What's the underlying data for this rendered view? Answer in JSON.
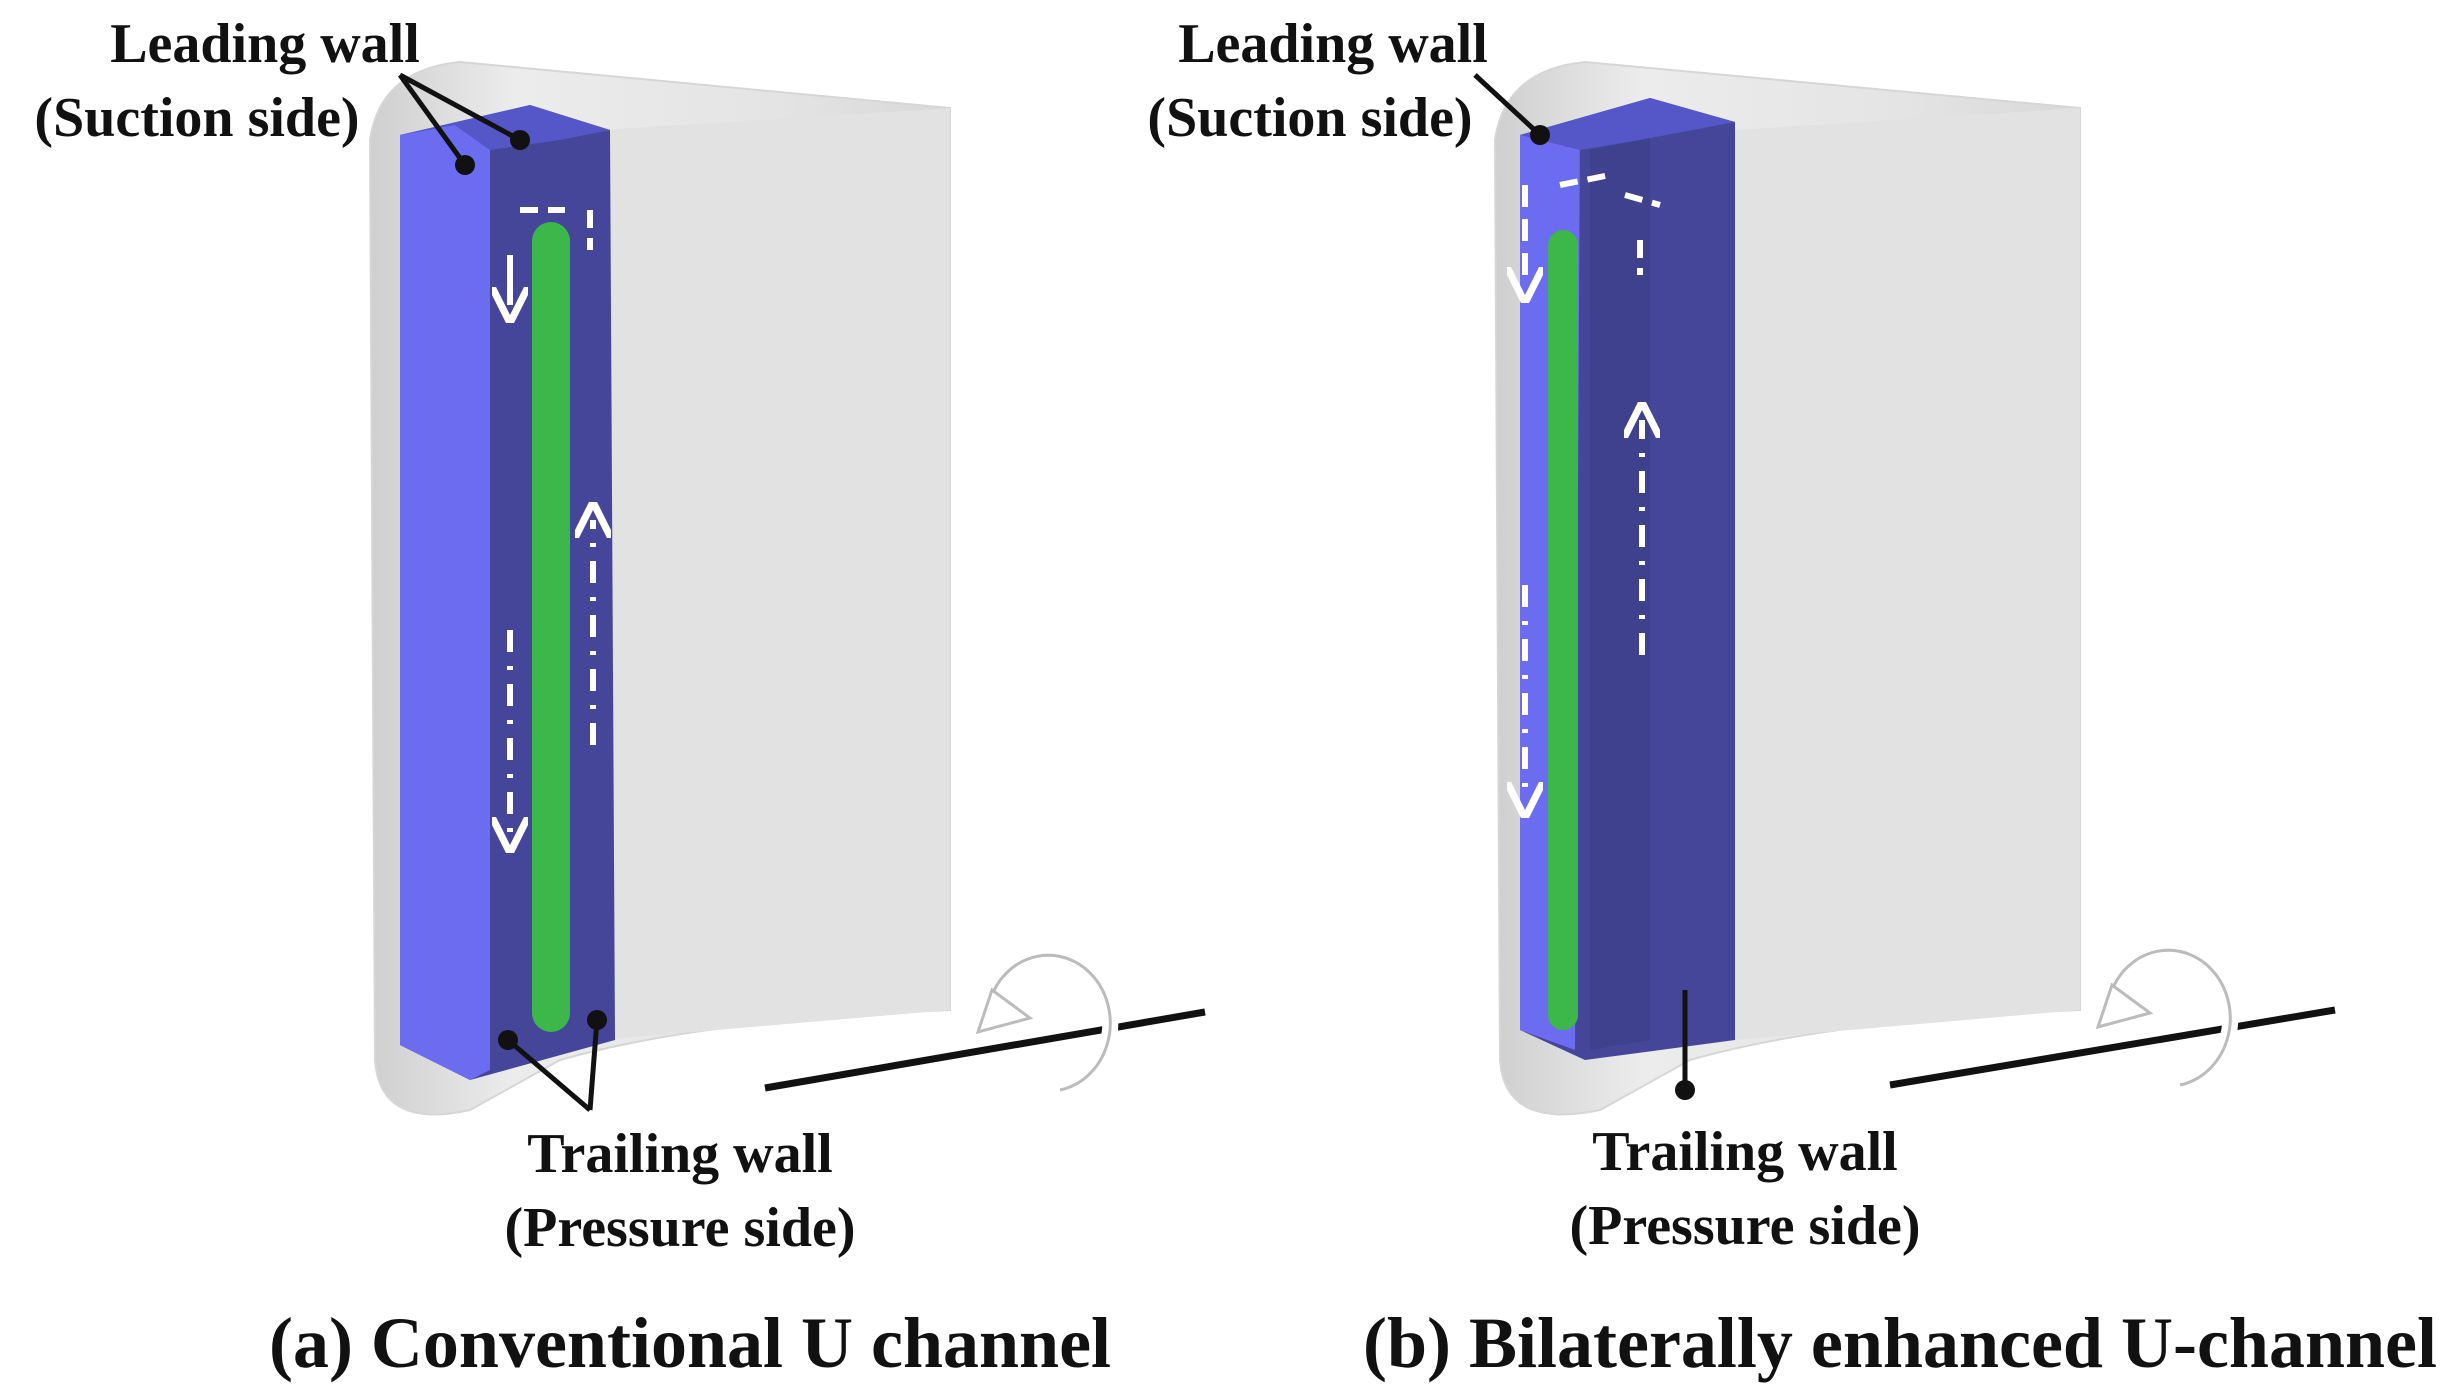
{
  "panels": [
    {
      "id": "a",
      "leading_wall": "Leading wall",
      "leading_side": "(Suction side)",
      "trailing_wall": "Trailing wall",
      "trailing_side": "(Pressure side)",
      "caption": "(a) Conventional U channel"
    },
    {
      "id": "b",
      "leading_wall": "Leading wall",
      "leading_side": "(Suction side)",
      "trailing_wall": "Trailing wall",
      "trailing_side": "(Pressure side)",
      "caption": "(b) Bilaterally enhanced U-channel"
    }
  ],
  "colors": {
    "blade": "#e6e6e6",
    "channel_light": "#6b6cf0",
    "channel_dark": "#45469a",
    "rib": "#3cb84a",
    "flow_arrow": "#ffffff",
    "leader": "#111111"
  },
  "icons": [
    "rotation-arrow-icon",
    "flow-arrow-icon"
  ]
}
